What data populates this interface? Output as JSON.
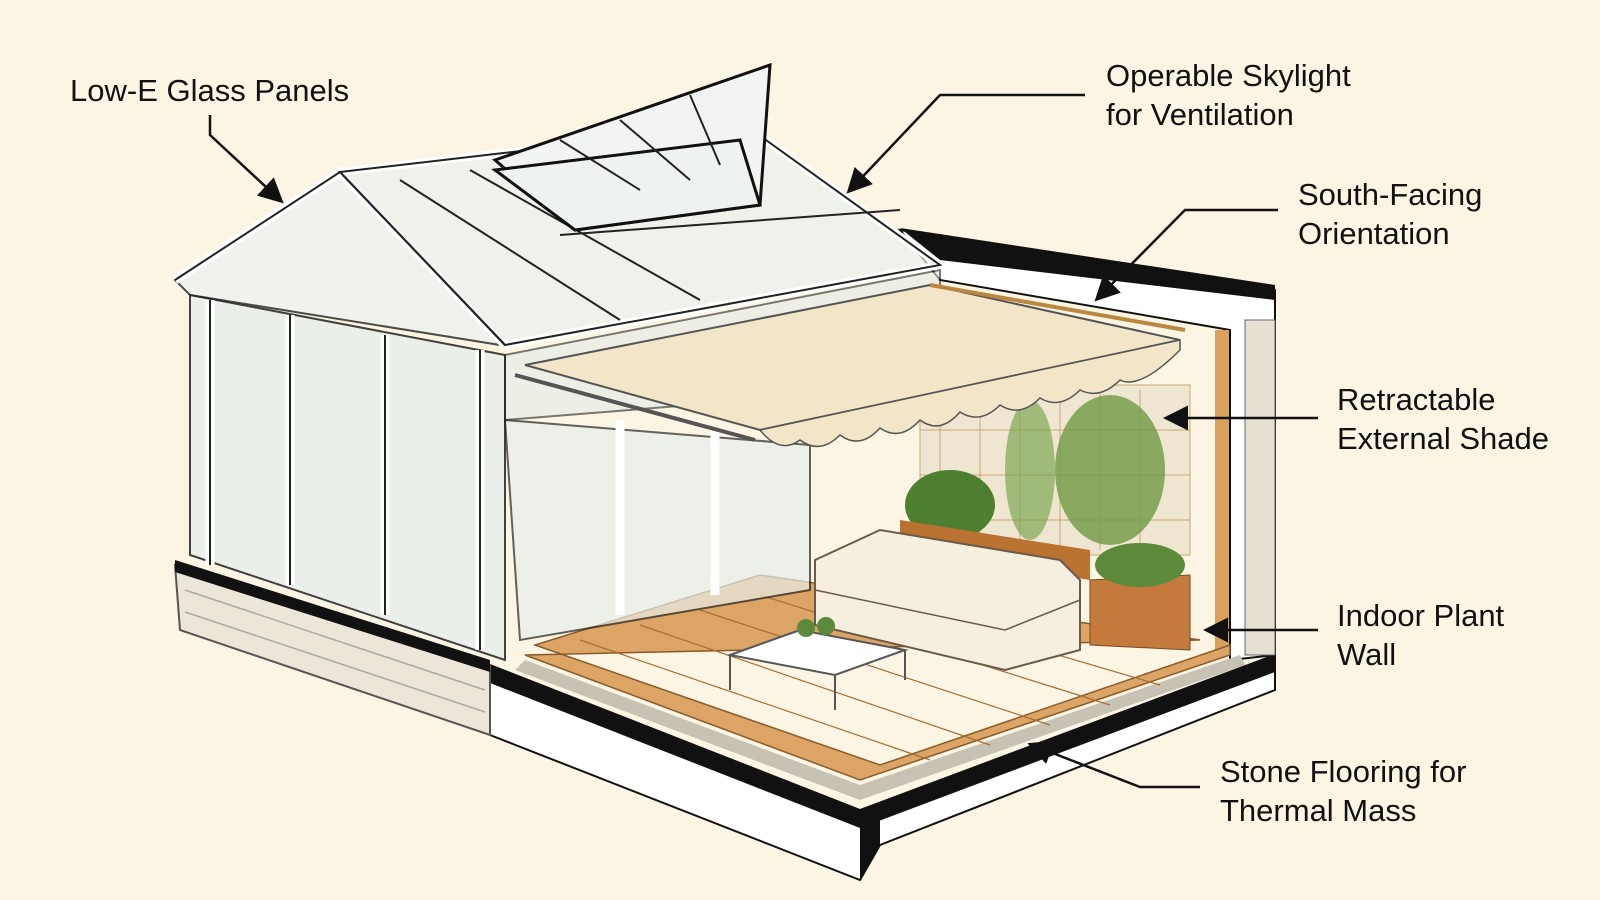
{
  "labels": {
    "low_e": {
      "line1": "Low-E Glass Panels"
    },
    "skylight": {
      "line1": "Operable Skylight",
      "line2": "for Ventilation"
    },
    "orientation": {
      "line1": "South-Facing",
      "line2": "Orientation"
    },
    "shade": {
      "line1": "Retractable",
      "line2": "External Shade"
    },
    "plant_wall": {
      "line1": "Indoor Plant",
      "line2": "Wall"
    },
    "flooring": {
      "line1": "Stone Flooring for",
      "line2": "Thermal Mass"
    }
  },
  "colors": {
    "background": "#fcf5e4",
    "frame": "#ffffff",
    "glass": "#e8eeec",
    "awning": "#f3e6c8",
    "deck": "#d9a05e",
    "planter": "#c47a3c",
    "plants": "#5d8a3a",
    "slab": "#111111"
  }
}
